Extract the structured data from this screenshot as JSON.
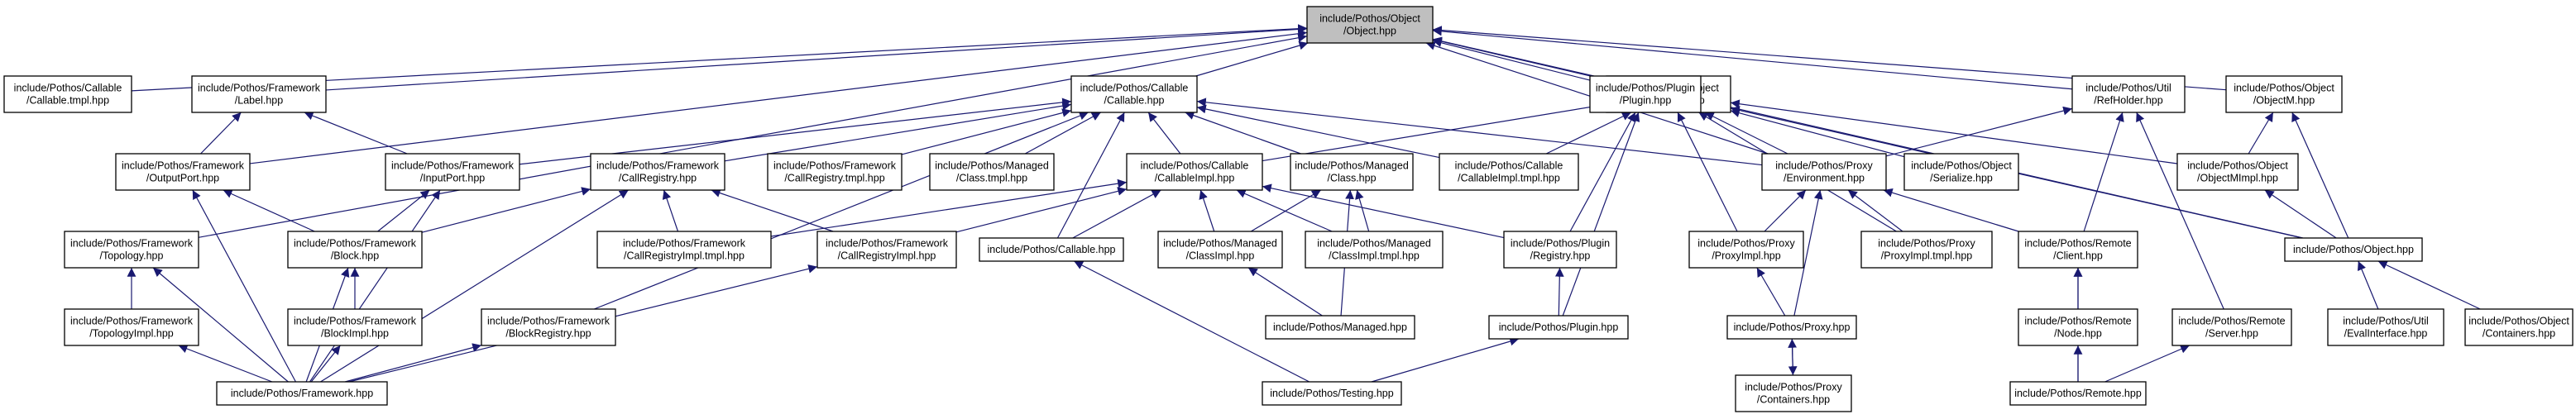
{
  "colors": {
    "edge": "#191970",
    "node_fill": "#ffffff",
    "focus_fill": "#bfbfbf",
    "border": "#000000"
  },
  "nodes": {
    "object_hpp": [
      "include/Pothos/Object",
      "/Object.hpp"
    ],
    "callable_tmpl": [
      "include/Pothos/Callable",
      "/Callable.tmpl.hpp"
    ],
    "label_hpp": [
      "include/Pothos/Framework",
      "/Label.hpp"
    ],
    "callable_hpp": [
      "include/Pothos/Callable",
      "/Callable.hpp"
    ],
    "objectimpl_hpp": [
      "include/Pothos/Object",
      "/ObjectImpl.hpp"
    ],
    "refholder_hpp": [
      "include/Pothos/Util",
      "/RefHolder.hpp"
    ],
    "objectm_hpp": [
      "include/Pothos/Object",
      "/ObjectM.hpp"
    ],
    "outputport_hpp": [
      "include/Pothos/Framework",
      "/OutputPort.hpp"
    ],
    "inputport_hpp": [
      "include/Pothos/Framework",
      "/InputPort.hpp"
    ],
    "callregistry_hpp": [
      "include/Pothos/Framework",
      "/CallRegistry.hpp"
    ],
    "callregistry_tmpl": [
      "include/Pothos/Framework",
      "/CallRegistry.tmpl.hpp"
    ],
    "class_tmpl": [
      "include/Pothos/Managed",
      "/Class.tmpl.hpp"
    ],
    "callableimpl_hpp": [
      "include/Pothos/Callable",
      "/CallableImpl.hpp"
    ],
    "managed_class_hpp": [
      "include/Pothos/Managed",
      "/Class.hpp"
    ],
    "callableimpl_tmpl": [
      "include/Pothos/Callable",
      "/CallableImpl.tmpl.hpp"
    ],
    "plugin_plugin_hpp": [
      "include/Pothos/Plugin",
      "/Plugin.hpp"
    ],
    "proxy_env_hpp": [
      "include/Pothos/Proxy",
      "/Environment.hpp"
    ],
    "serialize_hpp": [
      "include/Pothos/Object",
      "/Serialize.hpp"
    ],
    "objectmimpl_hpp": [
      "include/Pothos/Object",
      "/ObjectMImpl.hpp"
    ],
    "topology_hpp": [
      "include/Pothos/Framework",
      "/Topology.hpp"
    ],
    "block_hpp": [
      "include/Pothos/Framework",
      "/Block.hpp"
    ],
    "callregistryimpl_tmpl": [
      "include/Pothos/Framework",
      "/CallRegistryImpl.tmpl.hpp"
    ],
    "callregistryimpl_hpp": [
      "include/Pothos/Framework",
      "/CallRegistryImpl.hpp"
    ],
    "pothos_callable_hpp": [
      "include/Pothos/Callable.hpp"
    ],
    "classimpl_hpp": [
      "include/Pothos/Managed",
      "/ClassImpl.hpp"
    ],
    "classimpl_tmpl": [
      "include/Pothos/Managed",
      "/ClassImpl.tmpl.hpp"
    ],
    "plugin_registry_hpp": [
      "include/Pothos/Plugin",
      "/Registry.hpp"
    ],
    "proxyimpl_hpp": [
      "include/Pothos/Proxy",
      "/ProxyImpl.hpp"
    ],
    "proxyimpl_tmpl": [
      "include/Pothos/Proxy",
      "/ProxyImpl.tmpl.hpp"
    ],
    "remote_client_hpp": [
      "include/Pothos/Remote",
      "/Client.hpp"
    ],
    "pothos_object_hpp": [
      "include/Pothos/Object.hpp"
    ],
    "topologyimpl_hpp": [
      "include/Pothos/Framework",
      "/TopologyImpl.hpp"
    ],
    "blockimpl_hpp": [
      "include/Pothos/Framework",
      "/BlockImpl.hpp"
    ],
    "blockregistry_hpp": [
      "include/Pothos/Framework",
      "/BlockRegistry.hpp"
    ],
    "pothos_managed_hpp": [
      "include/Pothos/Managed.hpp"
    ],
    "pothos_plugin_hpp": [
      "include/Pothos/Plugin.hpp"
    ],
    "pothos_proxy_hpp": [
      "include/Pothos/Proxy.hpp"
    ],
    "remote_node_hpp": [
      "include/Pothos/Remote",
      "/Node.hpp"
    ],
    "remote_server_hpp": [
      "include/Pothos/Remote",
      "/Server.hpp"
    ],
    "evalinterface_hpp": [
      "include/Pothos/Util",
      "/EvalInterface.hpp"
    ],
    "object_containers_hpp": [
      "include/Pothos/Object",
      "/Containers.hpp"
    ],
    "pothos_framework_hpp": [
      "include/Pothos/Framework.hpp"
    ],
    "pothos_testing_hpp": [
      "include/Pothos/Testing.hpp"
    ],
    "proxy_containers_hpp": [
      "include/Pothos/Proxy",
      "/Containers.hpp"
    ],
    "pothos_remote_hpp": [
      "include/Pothos/Remote.hpp"
    ]
  },
  "edges": [
    [
      "callable_tmpl",
      "object_hpp"
    ],
    [
      "label_hpp",
      "object_hpp"
    ],
    [
      "callable_hpp",
      "object_hpp"
    ],
    [
      "objectimpl_hpp",
      "object_hpp"
    ],
    [
      "refholder_hpp",
      "object_hpp"
    ],
    [
      "objectm_hpp",
      "object_hpp"
    ],
    [
      "pothos_object_hpp",
      "object_hpp"
    ],
    [
      "outputport_hpp",
      "object_hpp"
    ],
    [
      "plugin_plugin_hpp",
      "object_hpp"
    ],
    [
      "proxy_env_hpp",
      "object_hpp"
    ],
    [
      "topology_hpp",
      "object_hpp"
    ],
    [
      "outputport_hpp",
      "label_hpp"
    ],
    [
      "inputport_hpp",
      "label_hpp"
    ],
    [
      "callregistry_hpp",
      "callable_hpp"
    ],
    [
      "callregistry_tmpl",
      "callable_hpp"
    ],
    [
      "class_tmpl",
      "callable_hpp"
    ],
    [
      "callableimpl_hpp",
      "callable_hpp"
    ],
    [
      "managed_class_hpp",
      "callable_hpp"
    ],
    [
      "callableimpl_tmpl",
      "callable_hpp"
    ],
    [
      "inputport_hpp",
      "callable_hpp"
    ],
    [
      "blockregistry_hpp",
      "callable_hpp"
    ],
    [
      "pothos_callable_hpp",
      "callable_hpp"
    ],
    [
      "proxy_env_hpp",
      "callable_hpp"
    ],
    [
      "proxy_env_hpp",
      "objectimpl_hpp"
    ],
    [
      "serialize_hpp",
      "objectimpl_hpp"
    ],
    [
      "objectmimpl_hpp",
      "objectimpl_hpp"
    ],
    [
      "pothos_object_hpp",
      "objectimpl_hpp"
    ],
    [
      "proxyimpl_hpp",
      "objectimpl_hpp"
    ],
    [
      "proxyimpl_tmpl",
      "objectimpl_hpp"
    ],
    [
      "callableimpl_hpp",
      "objectimpl_hpp"
    ],
    [
      "callableimpl_tmpl",
      "objectimpl_hpp"
    ],
    [
      "proxy_env_hpp",
      "refholder_hpp"
    ],
    [
      "remote_client_hpp",
      "refholder_hpp"
    ],
    [
      "remote_server_hpp",
      "refholder_hpp"
    ],
    [
      "objectmimpl_hpp",
      "objectm_hpp"
    ],
    [
      "pothos_object_hpp",
      "objectm_hpp"
    ],
    [
      "block_hpp",
      "outputport_hpp"
    ],
    [
      "pothos_framework_hpp",
      "outputport_hpp"
    ],
    [
      "block_hpp",
      "inputport_hpp"
    ],
    [
      "pothos_framework_hpp",
      "inputport_hpp"
    ],
    [
      "block_hpp",
      "callregistry_hpp"
    ],
    [
      "callregistryimpl_tmpl",
      "callregistry_hpp"
    ],
    [
      "callregistryimpl_hpp",
      "callregistry_hpp"
    ],
    [
      "pothos_framework_hpp",
      "callregistry_hpp"
    ],
    [
      "callregistryimpl_tmpl",
      "callableimpl_hpp"
    ],
    [
      "callregistryimpl_hpp",
      "callableimpl_hpp"
    ],
    [
      "pothos_callable_hpp",
      "callableimpl_hpp"
    ],
    [
      "classimpl_hpp",
      "callableimpl_hpp"
    ],
    [
      "classimpl_tmpl",
      "callableimpl_hpp"
    ],
    [
      "plugin_registry_hpp",
      "callableimpl_hpp"
    ],
    [
      "classimpl_hpp",
      "managed_class_hpp"
    ],
    [
      "classimpl_tmpl",
      "managed_class_hpp"
    ],
    [
      "pothos_managed_hpp",
      "managed_class_hpp"
    ],
    [
      "plugin_registry_hpp",
      "plugin_plugin_hpp"
    ],
    [
      "pothos_plugin_hpp",
      "plugin_plugin_hpp"
    ],
    [
      "proxyimpl_hpp",
      "proxy_env_hpp"
    ],
    [
      "proxyimpl_tmpl",
      "proxy_env_hpp"
    ],
    [
      "remote_client_hpp",
      "proxy_env_hpp"
    ],
    [
      "pothos_proxy_hpp",
      "proxy_env_hpp"
    ],
    [
      "pothos_object_hpp",
      "objectmimpl_hpp"
    ],
    [
      "topologyimpl_hpp",
      "topology_hpp"
    ],
    [
      "pothos_framework_hpp",
      "topology_hpp"
    ],
    [
      "blockimpl_hpp",
      "block_hpp"
    ],
    [
      "pothos_framework_hpp",
      "block_hpp"
    ],
    [
      "pothos_framework_hpp",
      "callregistryimpl_hpp"
    ],
    [
      "pothos_testing_hpp",
      "pothos_callable_hpp"
    ],
    [
      "pothos_managed_hpp",
      "classimpl_hpp"
    ],
    [
      "pothos_plugin_hpp",
      "plugin_registry_hpp"
    ],
    [
      "pothos_proxy_hpp",
      "proxyimpl_hpp"
    ],
    [
      "proxy_containers_hpp",
      "pothos_proxy_hpp"
    ],
    [
      "pothos_proxy_hpp",
      "proxy_containers_hpp"
    ],
    [
      "remote_node_hpp",
      "remote_client_hpp"
    ],
    [
      "pothos_remote_hpp",
      "remote_client_hpp"
    ],
    [
      "evalinterface_hpp",
      "pothos_object_hpp"
    ],
    [
      "object_containers_hpp",
      "pothos_object_hpp"
    ],
    [
      "pothos_framework_hpp",
      "topologyimpl_hpp"
    ],
    [
      "pothos_framework_hpp",
      "blockimpl_hpp"
    ],
    [
      "pothos_framework_hpp",
      "blockregistry_hpp"
    ],
    [
      "pothos_testing_hpp",
      "pothos_plugin_hpp"
    ],
    [
      "pothos_remote_hpp",
      "remote_node_hpp"
    ],
    [
      "pothos_remote_hpp",
      "remote_server_hpp"
    ]
  ]
}
